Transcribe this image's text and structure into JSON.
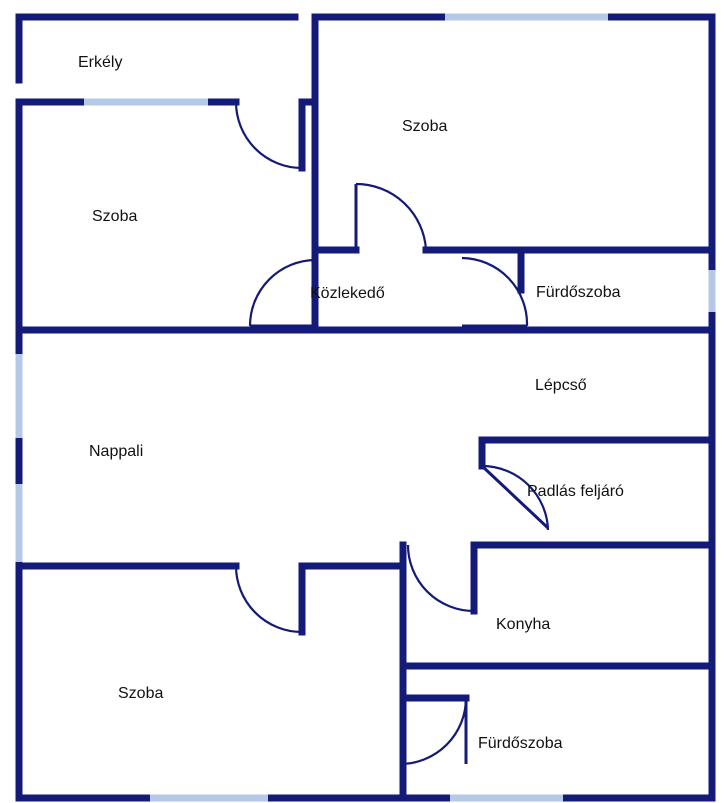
{
  "floor_plan": {
    "rooms": [
      {
        "id": "erkely",
        "label": "Erkély"
      },
      {
        "id": "szoba_top_left",
        "label": "Szoba"
      },
      {
        "id": "szoba_top_right",
        "label": "Szoba"
      },
      {
        "id": "kozlekedo",
        "label": "Közlekedő"
      },
      {
        "id": "furdoszoba_top",
        "label": "Fürdőszoba"
      },
      {
        "id": "lepcso",
        "label": "Lépcső"
      },
      {
        "id": "nappali",
        "label": "Nappali"
      },
      {
        "id": "padlas",
        "label": "Padlás feljáró"
      },
      {
        "id": "konyha",
        "label": "Konyha"
      },
      {
        "id": "szoba_bottom",
        "label": "Szoba"
      },
      {
        "id": "furdoszoba_bottom",
        "label": "Fürdőszoba"
      }
    ],
    "colors": {
      "wall": "#141a78",
      "window": "#b6c8e8",
      "background": "#ffffff"
    }
  }
}
